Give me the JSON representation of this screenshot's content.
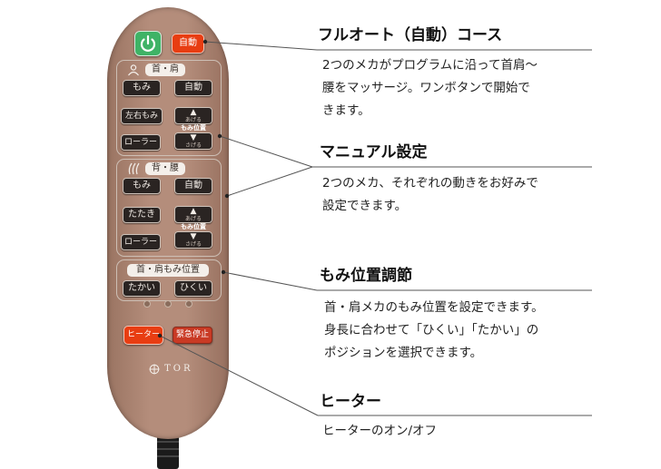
{
  "remote": {
    "power_icon": "power-icon",
    "auto_label": "自動",
    "neck_shoulder": {
      "icon": "neck-person-icon",
      "title": "首・肩",
      "btn_momi": "もみ",
      "btn_auto": "自動",
      "btn_sayu": "左右もみ",
      "up_small": "あげる",
      "down_small": "さげる",
      "position_label": "もみ位置",
      "btn_roller": "ローラー"
    },
    "back_waist": {
      "icon": "back-wave-icon",
      "title": "背・腰",
      "btn_momi": "もみ",
      "btn_auto": "自動",
      "btn_tataki": "たたき",
      "up_small": "あげる",
      "down_small": "さげる",
      "position_label": "もみ位置",
      "btn_roller": "ローラー"
    },
    "position": {
      "title": "首・肩もみ位置",
      "btn_high": "たかい",
      "btn_low": "ひくい"
    },
    "heater_label": "ヒーター",
    "stop_label": "緊急停止",
    "logo_text": "TOR",
    "colors": {
      "body": "#b08876",
      "green": "#3fb366",
      "red": "#e83d12",
      "button": "#2a2422"
    }
  },
  "callouts": [
    {
      "heading": "フルオート（自動）コース",
      "text": "2つのメカがプログラムに沿って首肩〜\n腰をマッサージ。ワンボタンで開始で\nきます。"
    },
    {
      "heading": "マニュアル設定",
      "text": "2つのメカ、それぞれの動きをお好みで\n設定できます。"
    },
    {
      "heading": "もみ位置調節",
      "text": "首・肩メカのもみ位置を設定できます。\n身長に合わせて「ひくい」「たかい」の\nポジションを選択できます。"
    },
    {
      "heading": "ヒーター",
      "text": "ヒーターのオン/オフ"
    }
  ]
}
